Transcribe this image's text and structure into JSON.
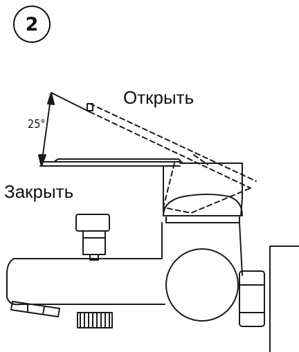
{
  "step": {
    "number": "2"
  },
  "labels": {
    "open": "Открыть",
    "close": "Закрыть",
    "angle": "25°"
  },
  "colors": {
    "line": "#1a1a1a",
    "background": "#ffffff"
  }
}
